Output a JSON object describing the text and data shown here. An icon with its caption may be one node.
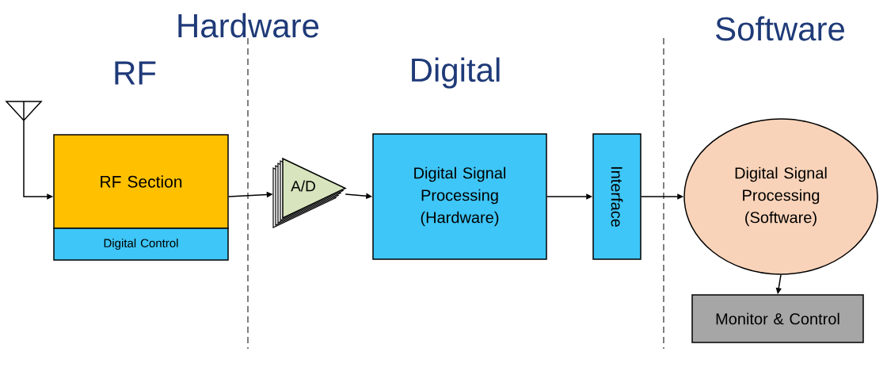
{
  "diagram": {
    "nodes": [
      {
        "text": [],
        "shape": "picture"
      },
      {
        "text": [
          "RF Section"
        ]
      },
      {
        "text": [
          "Digital Control"
        ]
      },
      {
        "text": [
          "A/D"
        ]
      },
      {
        "text": [
          "Digital Signal Processing (Hardware)"
        ]
      },
      {
        "text": [
          "Interface"
        ]
      },
      {
        "text": [
          "Digital Signal Processing (Software)"
        ]
      },
      {
        "text": [
          "Monitor & Control"
        ]
      }
    ],
    "edges": [
      {
        "from": 0,
        "to": 1,
        "arrow": "to"
      },
      {
        "from": 1,
        "to": 3,
        "arrow": "to"
      },
      {
        "from": 3,
        "to": 4,
        "arrow": "to"
      },
      {
        "from": 4,
        "to": 5,
        "arrow": "to"
      },
      {
        "from": 5,
        "to": 6,
        "arrow": "to"
      },
      {
        "from": 6,
        "to": 7,
        "arrow": "to"
      }
    ],
    "labels": [
      "Hardware",
      "Software",
      "RF",
      "Digital"
    ]
  }
}
